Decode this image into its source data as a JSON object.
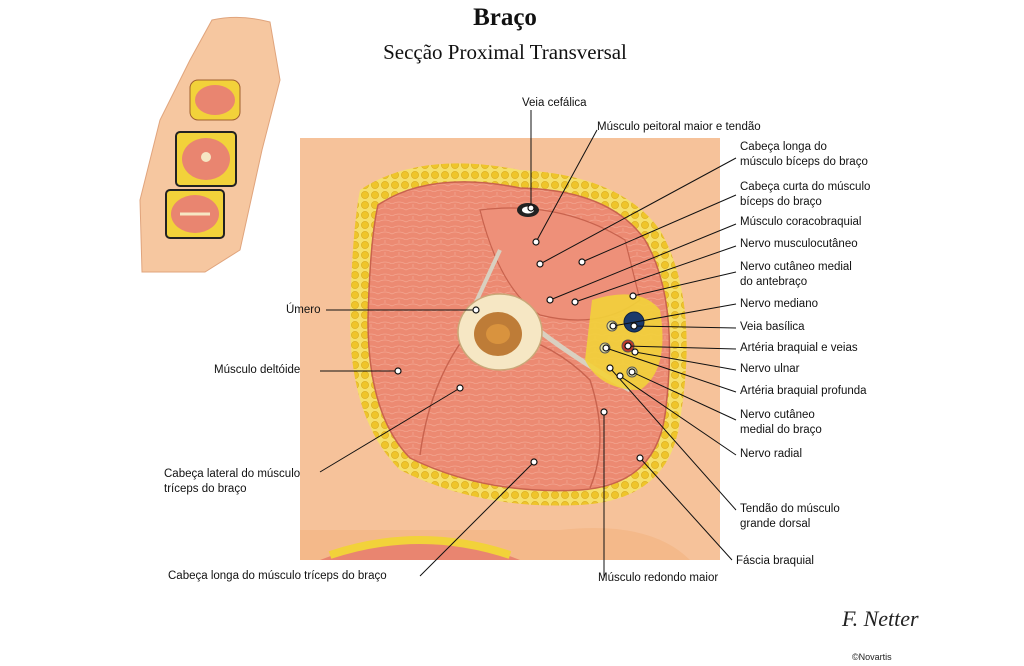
{
  "title": "Braço",
  "subtitle": "Secção Proximal Transversal",
  "labels": {
    "veia_cefalica": "Veia cefálica",
    "peitoral": "Músculo peitoral maior e tendão",
    "cabeca_longa_biceps": [
      "Cabeça longa do",
      "músculo bíceps do braço"
    ],
    "cabeca_curta_biceps": [
      "Cabeça curta do músculo",
      "bíceps do braço"
    ],
    "coracobraquial": "Músculo coracobraquial",
    "musculocutaneo": "Nervo musculocutâneo",
    "cutaneo_antebraco": [
      "Nervo cutâneo medial",
      "do antebraço"
    ],
    "mediano": "Nervo mediano",
    "basilica": "Veia basílica",
    "arteria_braquial": "Artéria braquial e veias",
    "ulnar": "Nervo ulnar",
    "arteria_profunda": "Artéria braquial profunda",
    "cutaneo_braco": [
      "Nervo cutâneo",
      "medial do braço"
    ],
    "radial": "Nervo radial",
    "grande_dorsal": [
      "Tendão do músculo",
      "grande dorsal"
    ],
    "fascia": "Fáscia braquial",
    "redondo": "Músculo redondo maior",
    "umero": "Úmero",
    "deltoide": "Músculo deltóide",
    "cabeca_lateral_triceps": [
      "Cabeça lateral do músculo",
      "tríceps do braço"
    ],
    "cabeca_longa_triceps": "Cabeça longa do músculo tríceps do braço"
  },
  "signature": "F. Netter",
  "copyright": "©Novartis",
  "colors": {
    "skin": "#f4b98a",
    "fat": "#f2d23a",
    "muscle": "#e98570",
    "bone": "#f6e7c4",
    "marrow": "#b4681e",
    "leader": "#111111"
  }
}
